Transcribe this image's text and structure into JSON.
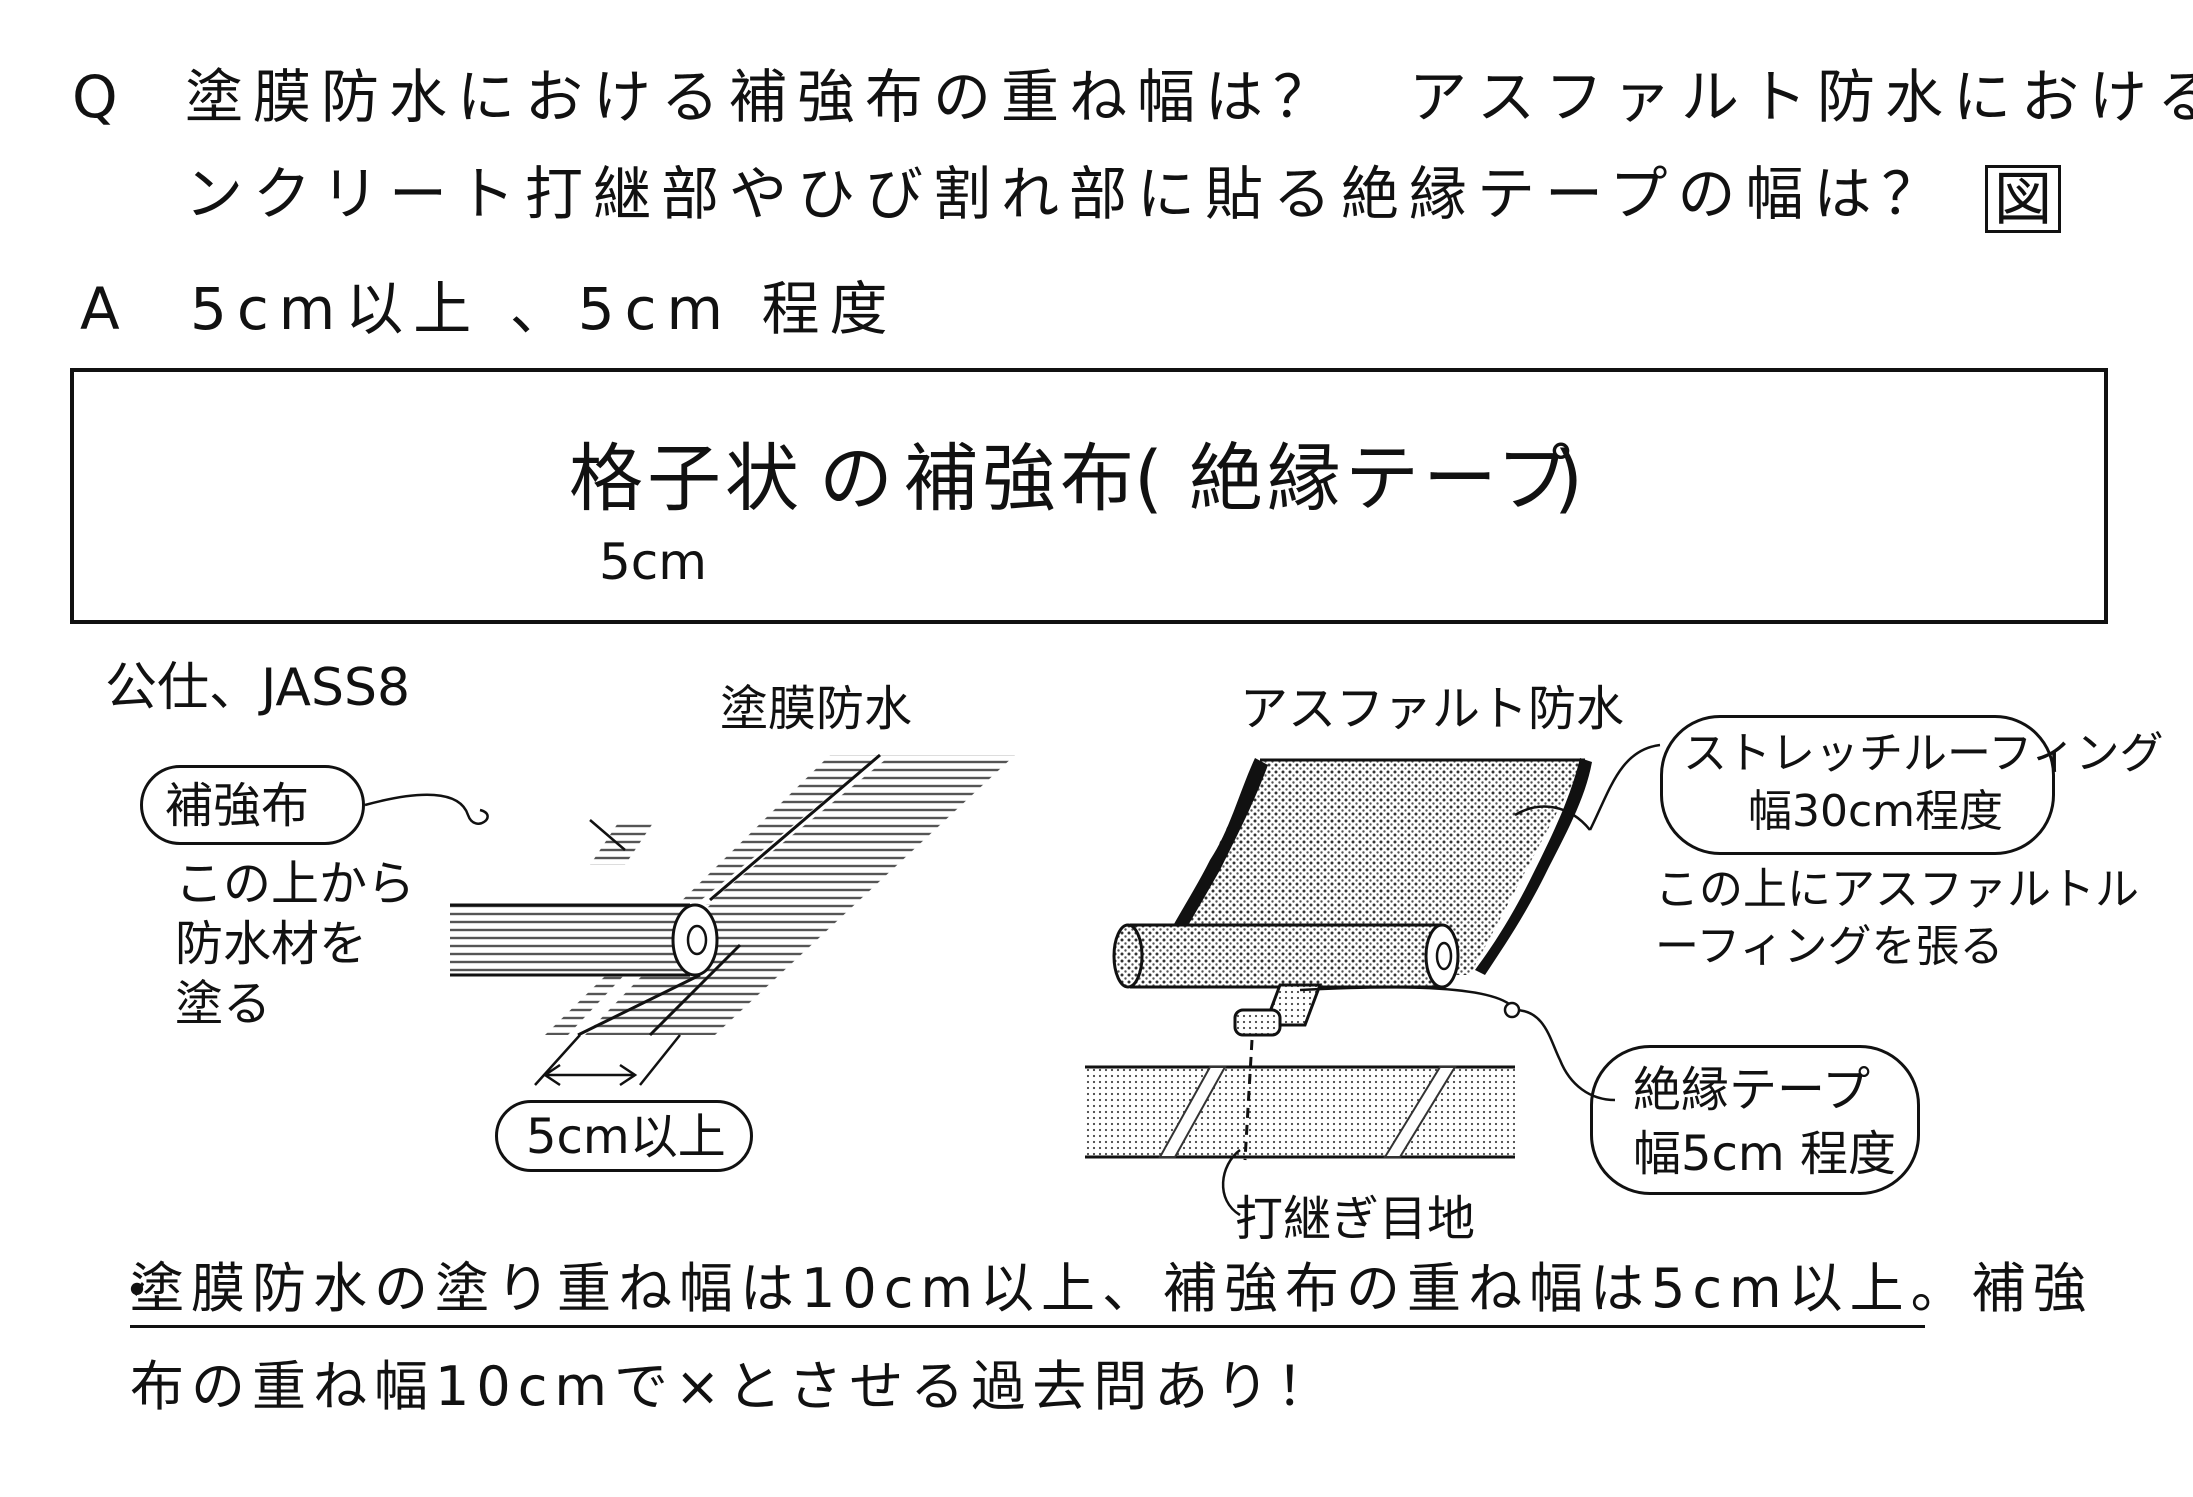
{
  "question": {
    "marker": "Q",
    "line1": "塗膜防水における補強布の重ね幅は？　アスファルト防水におけるコ",
    "line2": "ンクリート打継部やひび割れ部に貼る絶縁テープの幅は？",
    "badge": "図"
  },
  "answer": {
    "marker": "A",
    "text": "5cm以上 、5cm 程度"
  },
  "summary_box": {
    "title_a": "格子状",
    "title_b": "の",
    "title_c": "補強布",
    "title_d": "(",
    "title_e": "絶縁テープ",
    "title_f": ")",
    "sub": "5cm"
  },
  "source": "公仕、JASS8",
  "left_diagram": {
    "title": "塗膜防水",
    "callout": "補強布",
    "note_line1": "この上から",
    "note_line2": "防水材を",
    "note_line3": "塗る",
    "dimension": "5cm以上"
  },
  "right_diagram": {
    "title": "アスファルト防水",
    "callout_line1": "ストレッチルーフィング",
    "callout_line2": "幅30cm程度",
    "note_line1": "この上にアスファルトル",
    "note_line2": "ーフィングを張る",
    "tape_line1": "絶縁テープ",
    "tape_line2": "幅5cm 程度",
    "joint": "打継ぎ目地"
  },
  "footnote": {
    "bullet": "・",
    "line1": "塗膜防水の塗り重ね幅は10cm以上、補強布の重ね幅は5cm以上。補強",
    "line2": "布の重ね幅10cmで×とさせる過去問あり！"
  }
}
